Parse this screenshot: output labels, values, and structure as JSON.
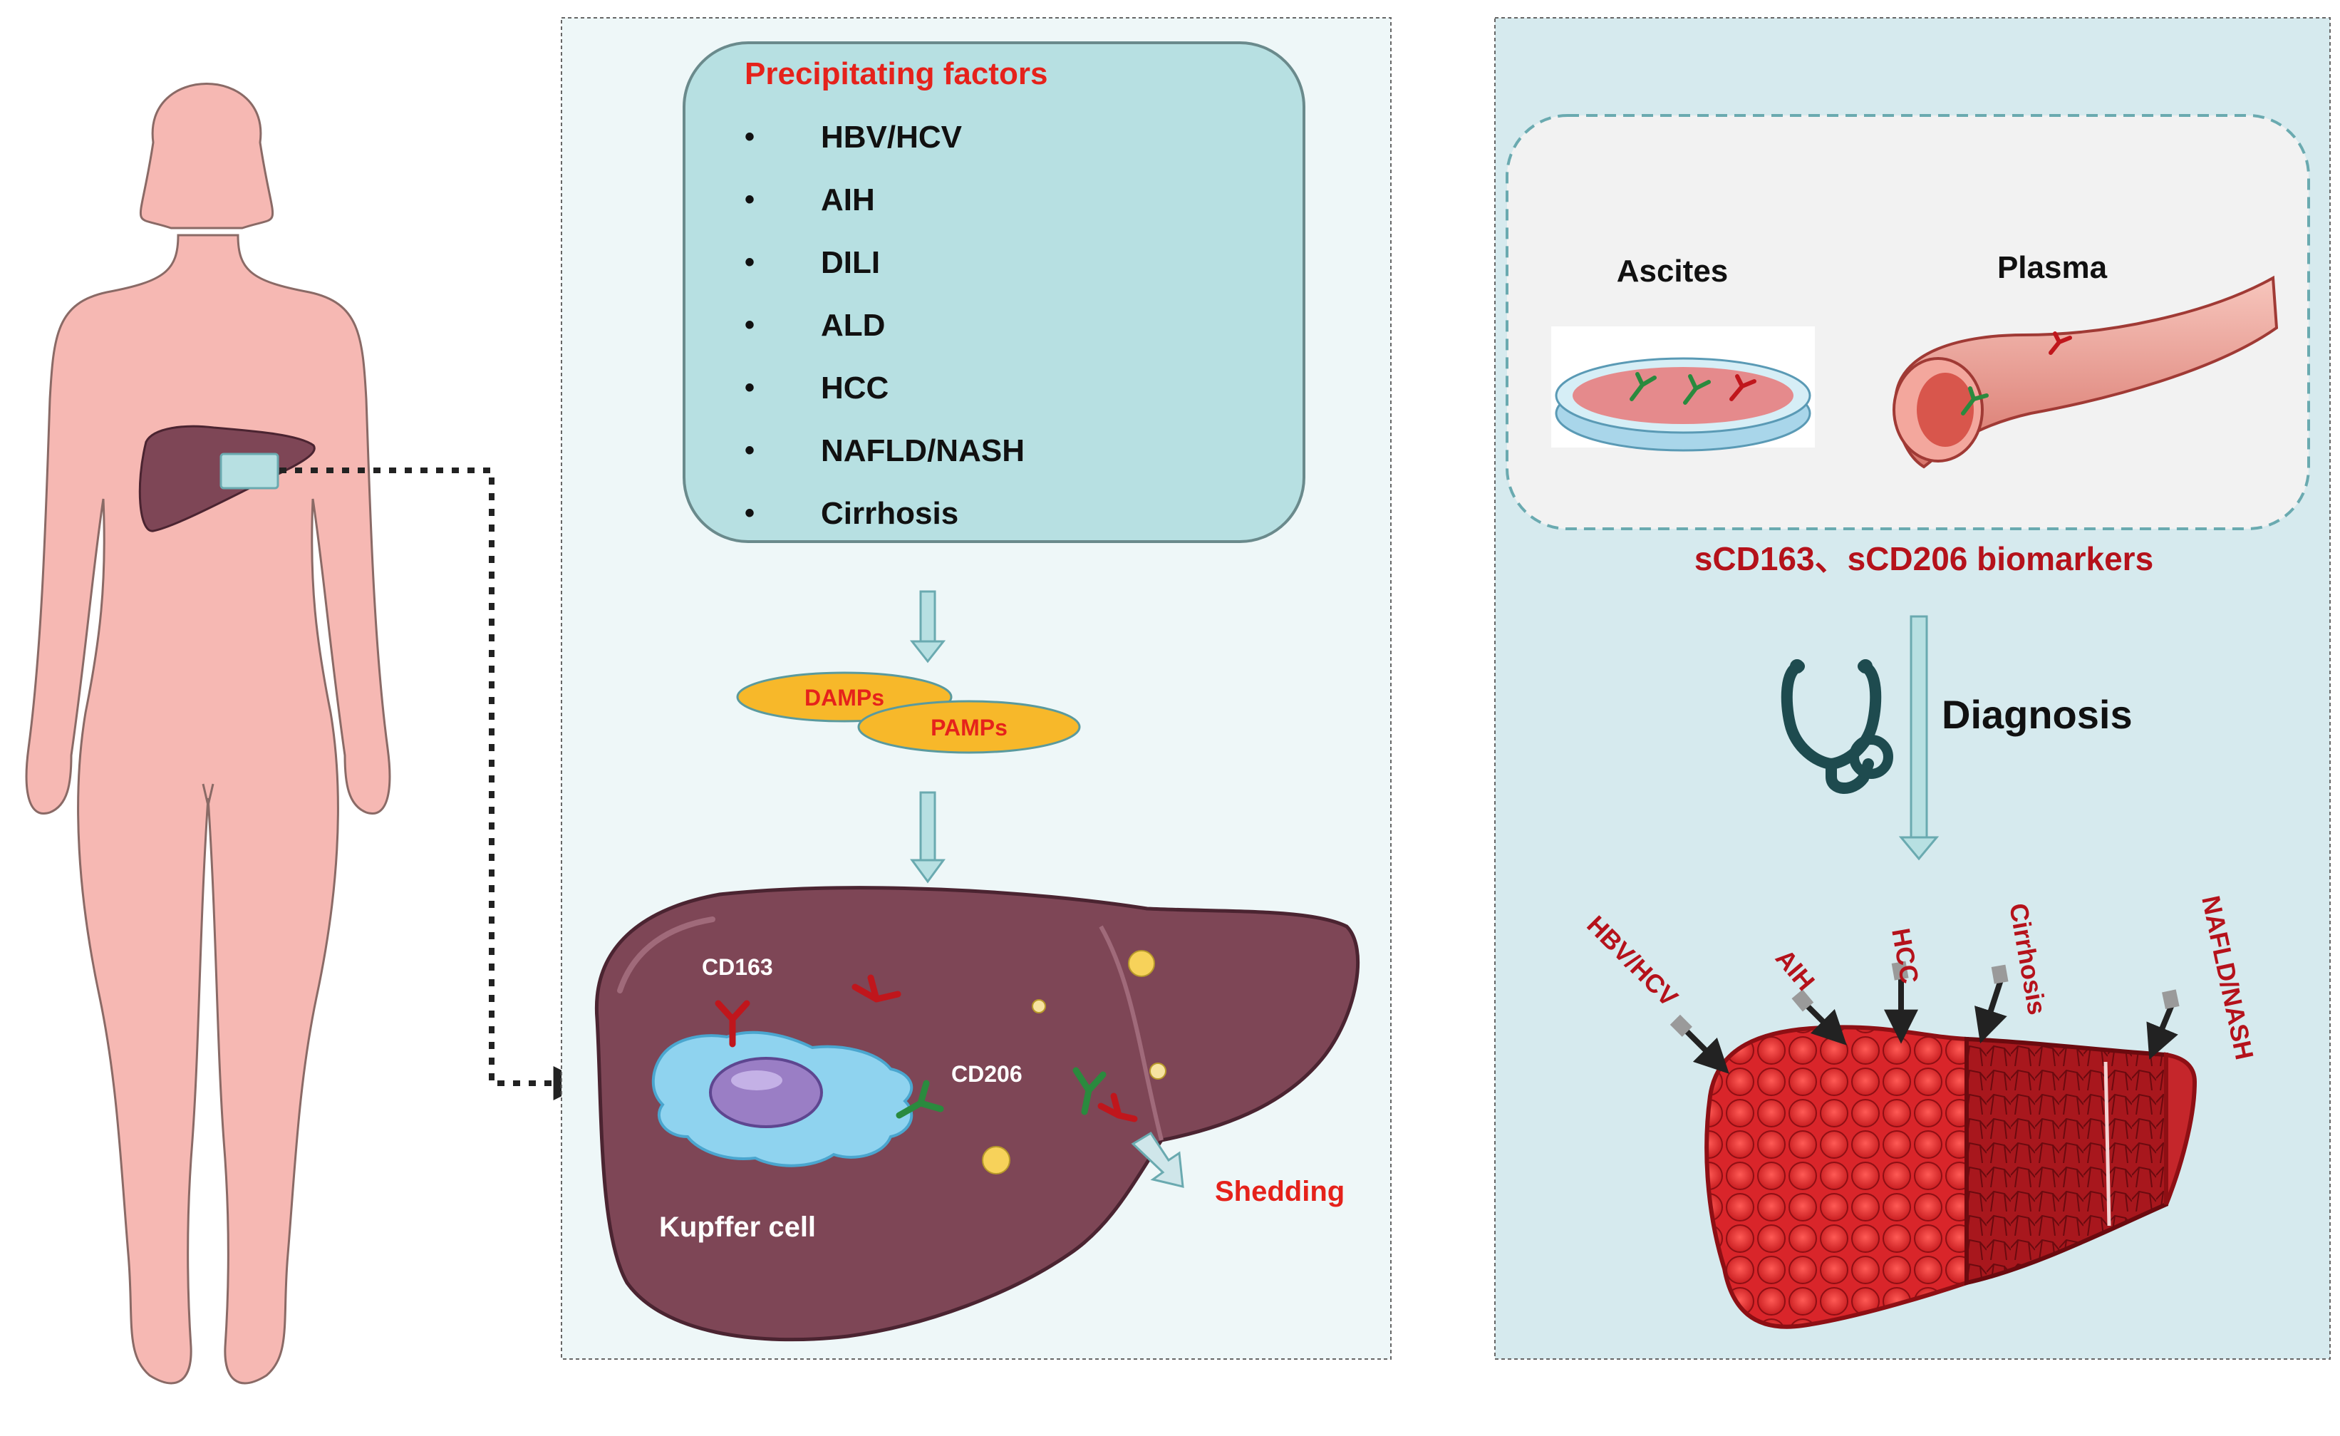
{
  "precipitating": {
    "title": "Precipitating factors",
    "bullet": "•",
    "factors": [
      "HBV/HCV",
      "AIH",
      "DILI",
      "ALD",
      "HCC",
      "NAFLD/NASH",
      "Cirrhosis"
    ]
  },
  "patterns": {
    "damps": "DAMPs",
    "pamps": "PAMPs"
  },
  "liver": {
    "cd163": "CD163",
    "cd206": "CD206",
    "kupffer": "Kupffer cell",
    "shedding": "Shedding"
  },
  "samples": {
    "ascites": "Ascites",
    "plasma": "Plasma",
    "biomarkers": "sCD163、sCD206 biomarkers"
  },
  "diagnosis": {
    "label": "Diagnosis",
    "targets": [
      "HBV/HCV",
      "AIH",
      "HCC",
      "Cirrhosis",
      "NAFLD/NASH"
    ]
  },
  "colors": {
    "accent_red": "#e5221b",
    "dark_red": "#b5121b",
    "panel_bg": "#eef7f8",
    "panel_right_bg": "#d6eaee",
    "box_teal": "#b7e0e2",
    "liver_purple": "#7e4656",
    "body_pink": "#f6b8b3",
    "pamp_yellow": "#f7b82a"
  },
  "icons": [
    "stethoscope-icon",
    "petri-dish-icon",
    "blood-vessel-icon",
    "human-body-icon",
    "liver-icon",
    "cirrhotic-liver-icon"
  ]
}
